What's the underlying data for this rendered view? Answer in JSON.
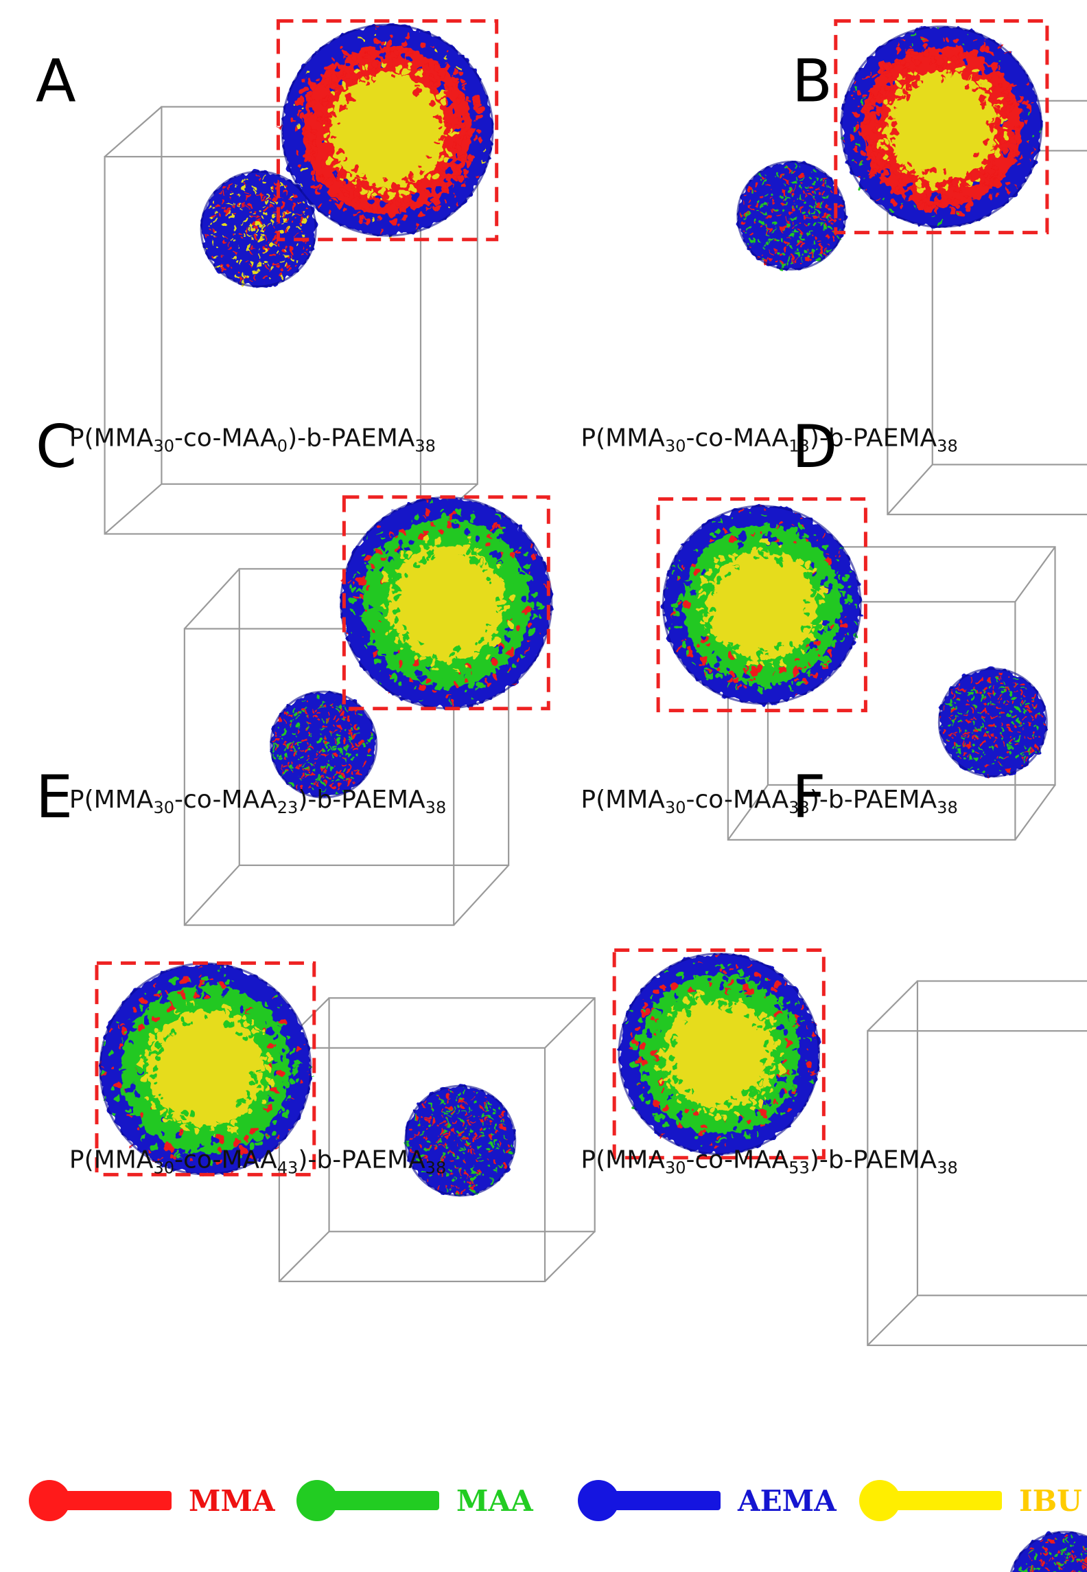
{
  "panels": [
    {
      "letter": "A",
      "caption_parts": [
        "P(MMA",
        "30",
        "-co-MAA",
        "0",
        ")-b-PAEMA",
        "38"
      ],
      "core_layers": [
        "blue",
        "red",
        "yellow"
      ],
      "shell_noise": [
        "red",
        "yellow"
      ]
    },
    {
      "letter": "B",
      "caption_parts": [
        "P(MMA",
        "30",
        "-co-MAA",
        "13",
        ")-b-PAEMA",
        "38"
      ],
      "core_layers": [
        "blue",
        "red",
        "yellow"
      ],
      "shell_noise": [
        "red",
        "green"
      ]
    },
    {
      "letter": "C",
      "caption_parts": [
        "P(MMA",
        "30",
        "-co-MAA",
        "23",
        ")-b-PAEMA",
        "38"
      ],
      "core_layers": [
        "blue",
        "green",
        "yellow"
      ],
      "shell_noise": [
        "red",
        "green"
      ]
    },
    {
      "letter": "D",
      "caption_parts": [
        "P(MMA",
        "30",
        "-co-MAA",
        "33",
        ")-b-PAEMA",
        "38"
      ],
      "core_layers": [
        "blue",
        "green",
        "yellow"
      ],
      "shell_noise": [
        "red",
        "green"
      ]
    },
    {
      "letter": "E",
      "caption_parts": [
        "P(MMA",
        "30",
        "-co-MAA",
        "43",
        ")-b-PAEMA",
        "38"
      ],
      "core_layers": [
        "blue",
        "green",
        "yellow"
      ],
      "shell_noise": [
        "red",
        "green"
      ]
    },
    {
      "letter": "F",
      "caption_parts": [
        "P(MMA",
        "30",
        "-co-MAA",
        "53",
        ")-b-PAEMA",
        "38"
      ],
      "core_layers": [
        "blue",
        "green",
        "yellow"
      ],
      "shell_noise": [
        "red",
        "green"
      ]
    }
  ],
  "legend": [
    {
      "label": "MMA",
      "color": "#ff1a1a",
      "text_color": "#ee1111"
    },
    {
      "label": "MAA",
      "color": "#22cc22",
      "text_color": "#22cc22"
    },
    {
      "label": "AEMA",
      "color": "#1515e0",
      "text_color": "#1515d0"
    },
    {
      "label": "IBU",
      "color": "#ffee00",
      "text_color": "#ffcc00"
    }
  ],
  "colors": {
    "blue": "#1515c8",
    "red": "#ee1a1a",
    "green": "#22c822",
    "yellow": "#e6dc1e",
    "dashed_box": "#ee2222",
    "sim_box": "#9a9a9a"
  }
}
